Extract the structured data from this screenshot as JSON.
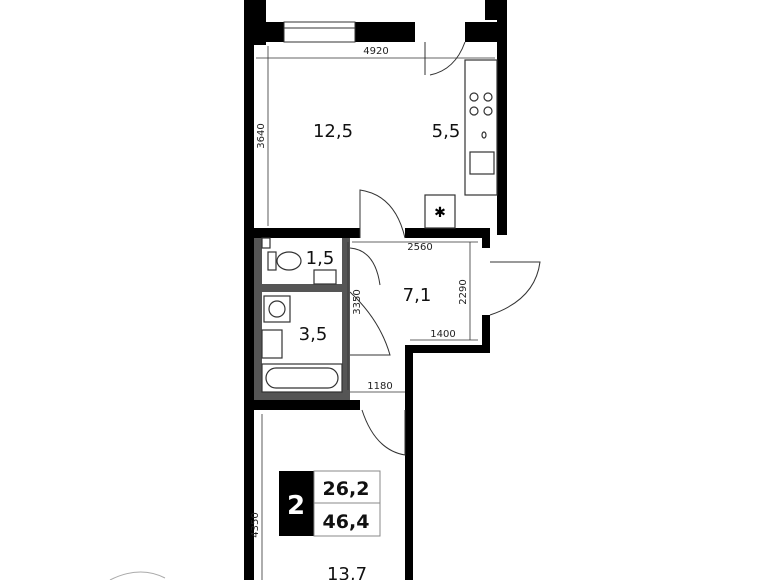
{
  "rooms": {
    "living_room": "12,5",
    "kitchen": "5,5",
    "toilet": "1,5",
    "hallway": "7,1",
    "bathroom": "3,5",
    "bedroom": "13,7"
  },
  "dimensions": {
    "living_width": "4920",
    "living_depth": "3640",
    "hall_width": "2560",
    "hall_depth": "2290",
    "bath_depth": "3350",
    "hall_lower_width": "1400",
    "bath_width": "1180",
    "bedroom_depth": "4350"
  },
  "badge": {
    "rooms_count": "2",
    "living_area": "26,2",
    "total_area": "46,4"
  },
  "colors": {
    "wall": "#000000",
    "inner_wall": "#555555"
  }
}
